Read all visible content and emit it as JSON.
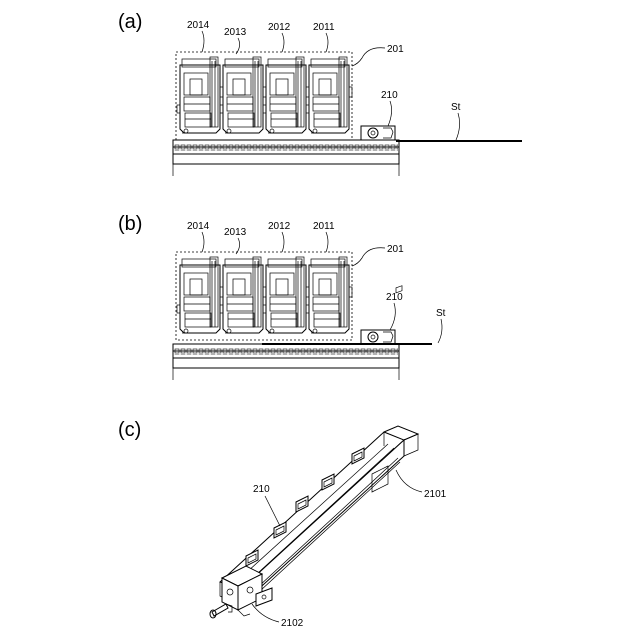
{
  "panels": [
    {
      "id": "a",
      "label": "(a)",
      "module_refs": [
        "2014",
        "2013",
        "2012",
        "2011"
      ],
      "group_ref": "201",
      "stopper_ref": "210",
      "strip_ref": "St"
    },
    {
      "id": "b",
      "label": "(b)",
      "module_refs": [
        "2014",
        "2013",
        "2012",
        "2011"
      ],
      "group_ref": "201",
      "stopper_ref": "210",
      "strip_ref": "St"
    },
    {
      "id": "c",
      "label": "(c)",
      "stopper_ref": "210",
      "rail_ref": "2101",
      "end_ref": "2102"
    }
  ]
}
